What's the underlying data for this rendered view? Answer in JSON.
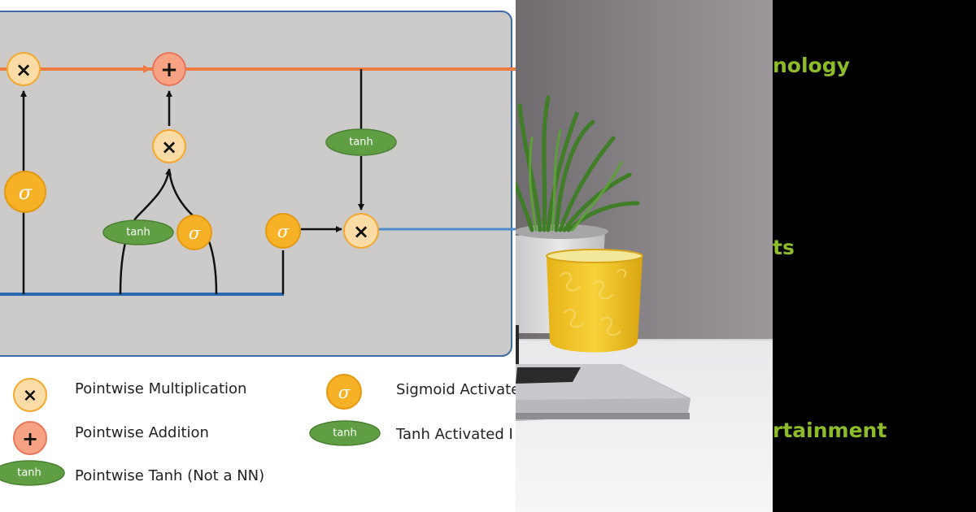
{
  "diagram": {
    "symbols": {
      "multiply": "×",
      "add": "+",
      "sigma": "σ",
      "tanh": "tanh"
    },
    "legend": {
      "pointwise_multiplication": "Pointwise Multiplication",
      "pointwise_addition": "Pointwise Addition",
      "pointwise_tanh": "Pointwise Tanh (Not a NN)",
      "sigmoid_activated": "Sigmoid Activate",
      "tanh_activated": "Tanh Activated I"
    }
  },
  "categories": {
    "technology": "nology",
    "sports": "ts",
    "entertainment": "rtainment"
  },
  "colors": {
    "orange_line": "#ee7b3f",
    "blue_line": "#2a6ab3",
    "yellow_node": "#f6b126",
    "pale_node": "#fbdca7",
    "green_node": "#5f9e43",
    "text_green": "#8dbb2a"
  },
  "icons": [
    "plant-pot",
    "yellow-cup",
    "laptop"
  ]
}
